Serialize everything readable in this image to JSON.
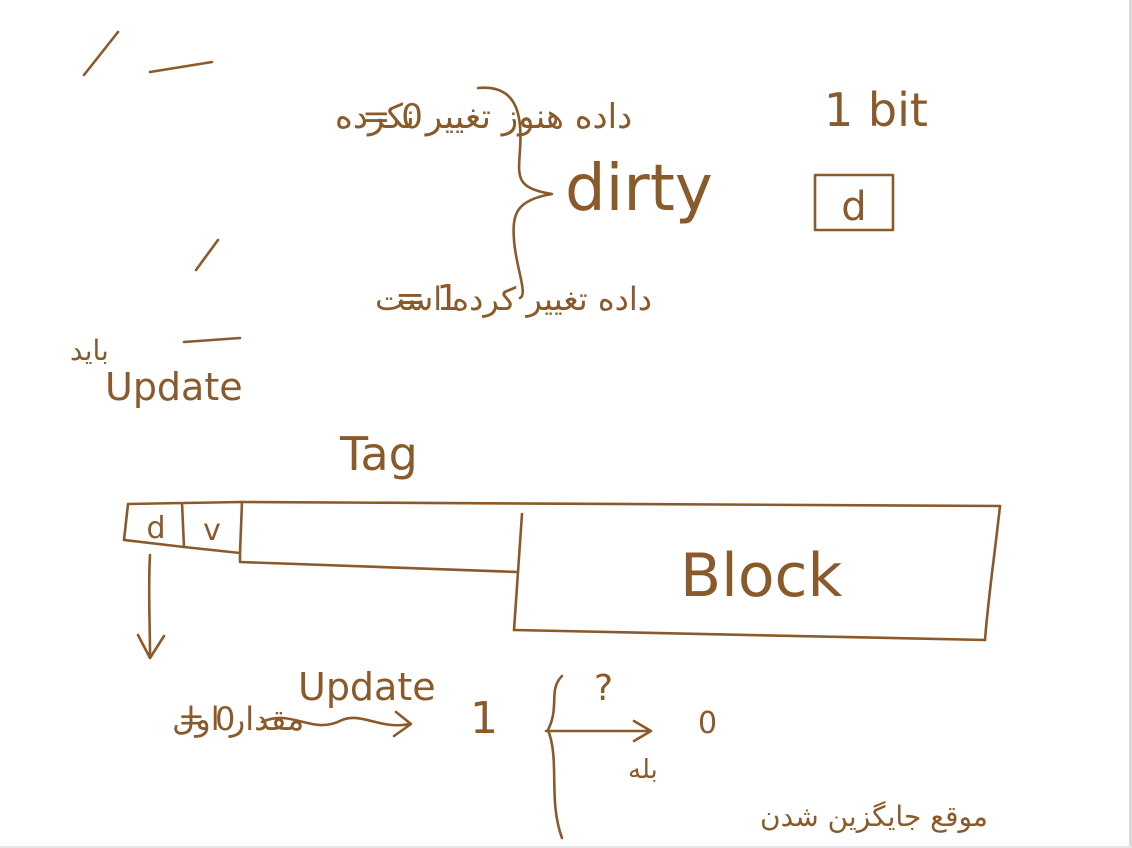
{
  "ink_color": "#8a5a2b",
  "dirty": {
    "label": "dirty",
    "zero_desc": "داده هنوز تغییر نکرده",
    "zero_eq": "= 0",
    "one_desc": "داده تغییر کرده است",
    "one_eq": "= 1",
    "one_note_line1": "باید",
    "one_note_line2": "Update",
    "size": "1 bit",
    "box_label": "d"
  },
  "line_diagram": {
    "tag_label": "Tag",
    "d_label": "d",
    "v_label": "v",
    "block_label": "Block"
  },
  "flow": {
    "initial_desc": "مقدار اول",
    "initial_eq": "= 0",
    "update_label": "Update",
    "one_value": "1",
    "question": "?",
    "zero_value": "0",
    "yes_label": "بله",
    "replace_note": "موقع جایگزین شدن"
  }
}
